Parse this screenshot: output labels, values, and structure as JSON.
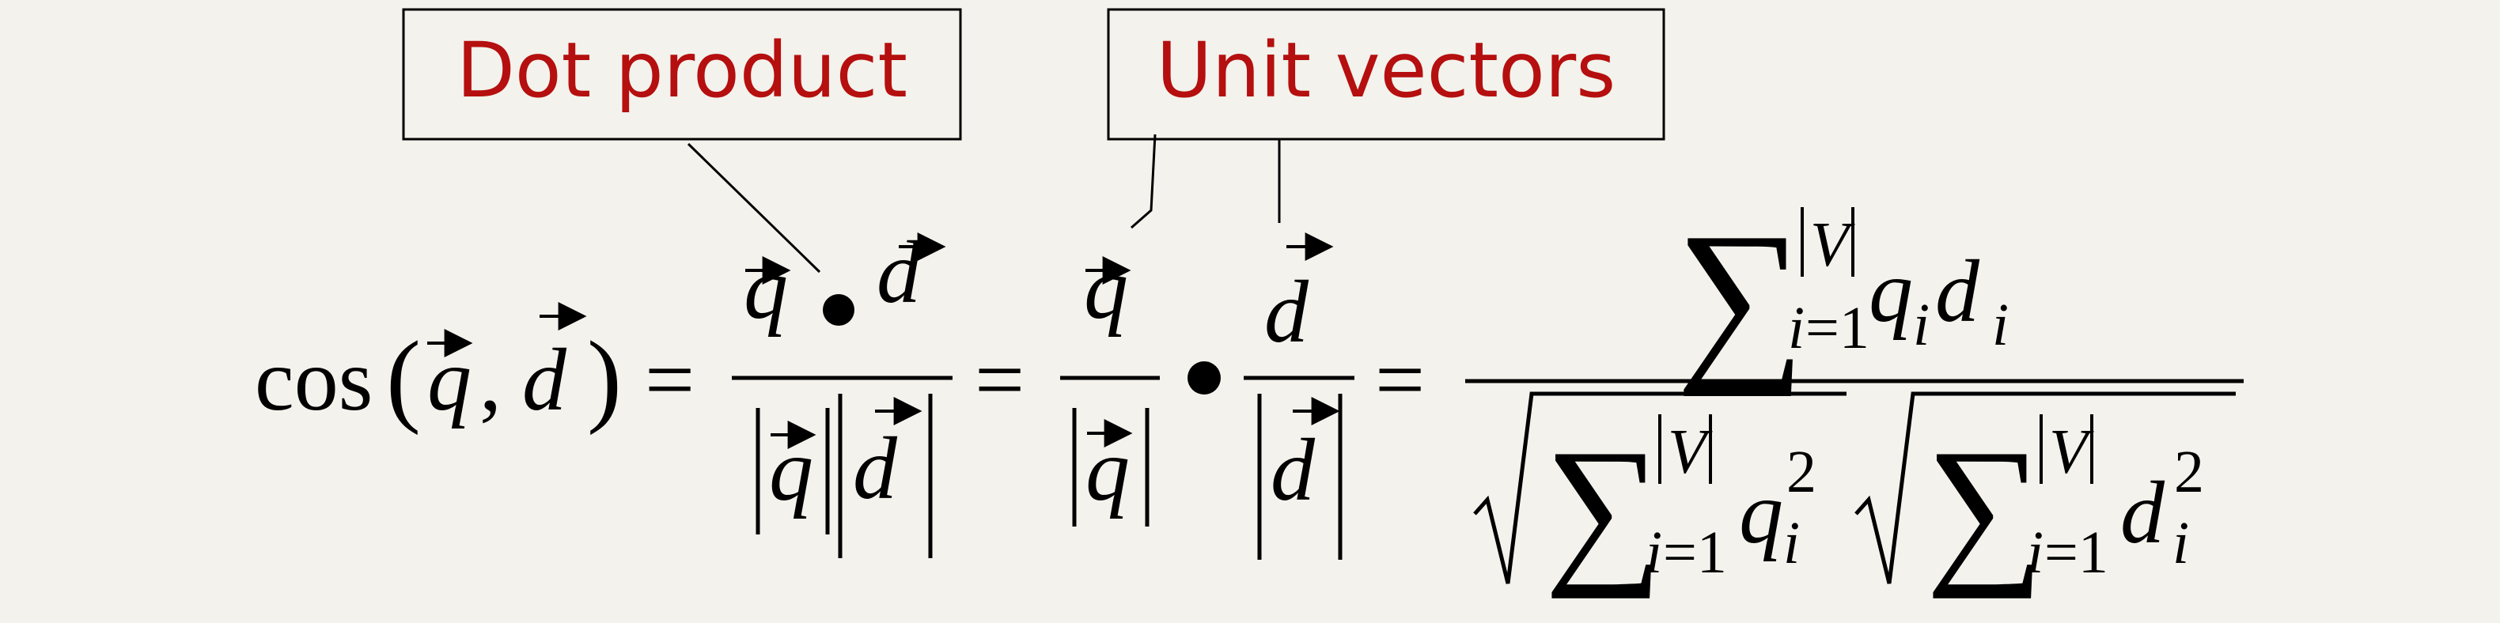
{
  "colors": {
    "background": "#f3f2ec",
    "annotation_text": "#b50f0f",
    "ink": "#000000"
  },
  "callouts": {
    "dot_product": "Dot product",
    "unit_vectors": "Unit vectors"
  },
  "formula": {
    "cos": "cos",
    "lparen": "(",
    "comma": ",",
    "rparen": ")",
    "q": "q",
    "d": "d",
    "equals": "=",
    "dot": "•",
    "sum": "∑",
    "sub_i": "i",
    "sub_eq": "=1",
    "sup_V": "V",
    "exp_2": "2"
  }
}
